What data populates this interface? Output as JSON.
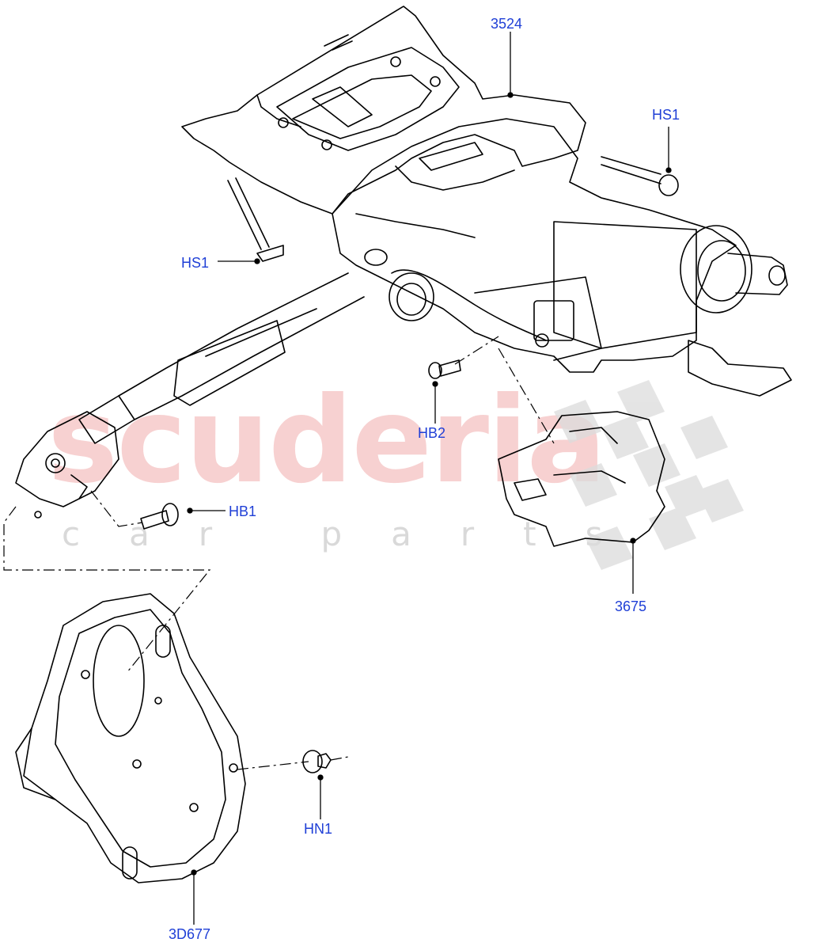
{
  "watermark": {
    "brand": "scuderia",
    "subtitle": "car parts"
  },
  "callouts": {
    "c3524": "3524",
    "hs1_upper": "HS1",
    "hs1_left": "HS1",
    "hb2": "HB2",
    "hb1": "HB1",
    "c3675": "3675",
    "hn1": "HN1",
    "c3d677": "3D677"
  },
  "colors": {
    "line": "#000000",
    "callout_text": "#1f3fd6",
    "watermark_red": "#f6c9c9",
    "watermark_grey": "#d9d9d9"
  }
}
